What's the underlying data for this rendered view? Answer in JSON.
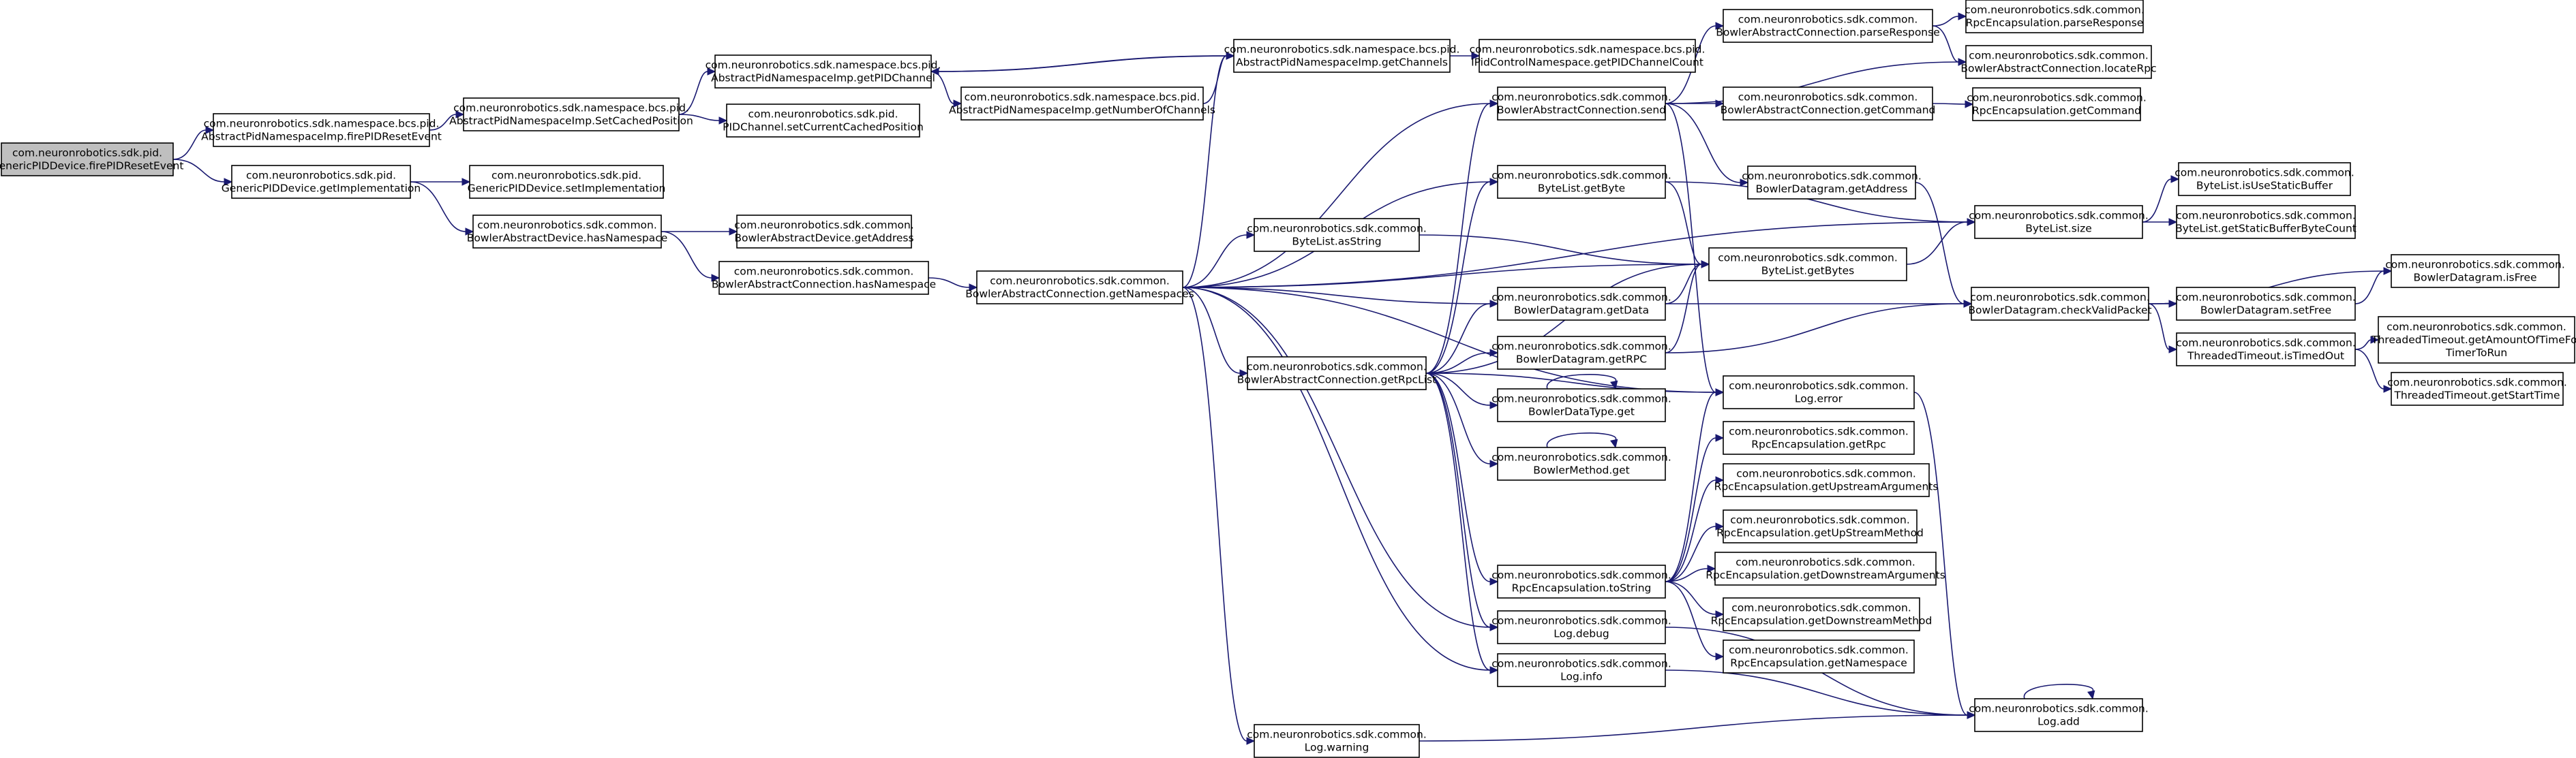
{
  "graph": {
    "title": "",
    "colors": {
      "edge": "#191970",
      "node_border": "#000000",
      "root_fill": "#bfbfbf",
      "node_fill": "#ffffff"
    },
    "nodes": [
      {
        "id": "n0",
        "lines": [
          "com.neuronrobotics.sdk.pid.",
          "GenericPIDDevice.firePIDResetEvent"
        ],
        "root": true
      },
      {
        "id": "n1",
        "lines": [
          "com.neuronrobotics.sdk.namespace.bcs.pid.",
          "AbstractPidNamespaceImp.firePIDResetEvent"
        ]
      },
      {
        "id": "n2",
        "lines": [
          "com.neuronrobotics.sdk.namespace.bcs.pid.",
          "AbstractPidNamespaceImp.SetCachedPosition"
        ]
      },
      {
        "id": "n3",
        "lines": [
          "com.neuronrobotics.sdk.namespace.bcs.pid.",
          "AbstractPidNamespaceImp.getPIDChannel"
        ]
      },
      {
        "id": "n4",
        "lines": [
          "com.neuronrobotics.sdk.namespace.bcs.pid.",
          "AbstractPidNamespaceImp.getChannels"
        ]
      },
      {
        "id": "n5",
        "lines": [
          "com.neuronrobotics.sdk.namespace.bcs.pid.",
          "IPidControlNamespace.getPIDChannelCount"
        ]
      },
      {
        "id": "n6",
        "lines": [
          "com.neuronrobotics.sdk.namespace.bcs.pid.",
          "AbstractPidNamespaceImp.getNumberOfChannels"
        ]
      },
      {
        "id": "n7",
        "lines": [
          "com.neuronrobotics.sdk.pid.",
          "PIDChannel.setCurrentCachedPosition"
        ]
      },
      {
        "id": "n8",
        "lines": [
          "com.neuronrobotics.sdk.pid.",
          "GenericPIDDevice.getImplementation"
        ]
      },
      {
        "id": "n9",
        "lines": [
          "com.neuronrobotics.sdk.pid.",
          "GenericPIDDevice.setImplementation"
        ]
      },
      {
        "id": "n10",
        "lines": [
          "com.neuronrobotics.sdk.common.",
          "BowlerAbstractDevice.hasNamespace"
        ]
      },
      {
        "id": "n11",
        "lines": [
          "com.neuronrobotics.sdk.common.",
          "BowlerAbstractDevice.getAddress"
        ]
      },
      {
        "id": "n12",
        "lines": [
          "com.neuronrobotics.sdk.common.",
          "BowlerAbstractConnection.hasNamespace"
        ]
      },
      {
        "id": "n13",
        "lines": [
          "com.neuronrobotics.sdk.common.",
          "BowlerAbstractConnection.getNamespaces"
        ]
      },
      {
        "id": "n14",
        "lines": [
          "com.neuronrobotics.sdk.common.",
          "ByteList.asString"
        ]
      },
      {
        "id": "n15",
        "lines": [
          "com.neuronrobotics.sdk.common.",
          "BowlerAbstractConnection.getRpcList"
        ]
      },
      {
        "id": "n16",
        "lines": [
          "com.neuronrobotics.sdk.common.",
          "Log.warning"
        ]
      },
      {
        "id": "n17",
        "lines": [
          "com.neuronrobotics.sdk.common.",
          "BowlerAbstractConnection.send"
        ]
      },
      {
        "id": "n18",
        "lines": [
          "com.neuronrobotics.sdk.common.",
          "ByteList.getByte"
        ]
      },
      {
        "id": "n19",
        "lines": [
          "com.neuronrobotics.sdk.common.",
          "BowlerDatagram.getData"
        ]
      },
      {
        "id": "n20",
        "lines": [
          "com.neuronrobotics.sdk.common.",
          "BowlerDatagram.getRPC"
        ]
      },
      {
        "id": "n21",
        "lines": [
          "com.neuronrobotics.sdk.common.",
          "BowlerDataType.get"
        ]
      },
      {
        "id": "n22",
        "lines": [
          "com.neuronrobotics.sdk.common.",
          "BowlerMethod.get"
        ]
      },
      {
        "id": "n23",
        "lines": [
          "com.neuronrobotics.sdk.common.",
          "RpcEncapsulation.toString"
        ]
      },
      {
        "id": "n24",
        "lines": [
          "com.neuronrobotics.sdk.common.",
          "Log.debug"
        ]
      },
      {
        "id": "n25",
        "lines": [
          "com.neuronrobotics.sdk.common.",
          "Log.info"
        ]
      },
      {
        "id": "n26",
        "lines": [
          "com.neuronrobotics.sdk.common.",
          "BowlerAbstractConnection.parseResponse"
        ]
      },
      {
        "id": "n27",
        "lines": [
          "com.neuronrobotics.sdk.common.",
          "BowlerAbstractConnection.getCommand"
        ]
      },
      {
        "id": "n28",
        "lines": [
          "com.neuronrobotics.sdk.common.",
          "BowlerDatagram.getAddress"
        ]
      },
      {
        "id": "n29",
        "lines": [
          "com.neuronrobotics.sdk.common.",
          "ByteList.getBytes"
        ]
      },
      {
        "id": "n30",
        "lines": [
          "com.neuronrobotics.sdk.common.",
          "Log.error"
        ]
      },
      {
        "id": "n31",
        "lines": [
          "com.neuronrobotics.sdk.common.",
          "RpcEncapsulation.getRpc"
        ]
      },
      {
        "id": "n32",
        "lines": [
          "com.neuronrobotics.sdk.common.",
          "RpcEncapsulation.getUpstreamArguments"
        ]
      },
      {
        "id": "n33",
        "lines": [
          "com.neuronrobotics.sdk.common.",
          "RpcEncapsulation.getUpStreamMethod"
        ]
      },
      {
        "id": "n34",
        "lines": [
          "com.neuronrobotics.sdk.common.",
          "RpcEncapsulation.getDownstreamArguments"
        ]
      },
      {
        "id": "n35",
        "lines": [
          "com.neuronrobotics.sdk.common.",
          "RpcEncapsulation.getDownstreamMethod"
        ]
      },
      {
        "id": "n36",
        "lines": [
          "com.neuronrobotics.sdk.common.",
          "RpcEncapsulation.getNamespace"
        ]
      },
      {
        "id": "n37",
        "lines": [
          "com.neuronrobotics.sdk.common.",
          "RpcEncapsulation.parseResponse"
        ]
      },
      {
        "id": "n38",
        "lines": [
          "com.neuronrobotics.sdk.common.",
          "BowlerAbstractConnection.locateRpc"
        ]
      },
      {
        "id": "n39",
        "lines": [
          "com.neuronrobotics.sdk.common.",
          "RpcEncapsulation.getCommand"
        ]
      },
      {
        "id": "n40",
        "lines": [
          "com.neuronrobotics.sdk.common.",
          "ByteList.size"
        ]
      },
      {
        "id": "n41",
        "lines": [
          "com.neuronrobotics.sdk.common.",
          "BowlerDatagram.checkValidPacket"
        ]
      },
      {
        "id": "n42",
        "lines": [
          "com.neuronrobotics.sdk.common.",
          "Log.add"
        ]
      },
      {
        "id": "n43",
        "lines": [
          "com.neuronrobotics.sdk.common.",
          "ByteList.isUseStaticBuffer"
        ]
      },
      {
        "id": "n44",
        "lines": [
          "com.neuronrobotics.sdk.common.",
          "ByteList.getStaticBufferByteCount"
        ]
      },
      {
        "id": "n45",
        "lines": [
          "com.neuronrobotics.sdk.common.",
          "BowlerDatagram.setFree"
        ]
      },
      {
        "id": "n46",
        "lines": [
          "com.neuronrobotics.sdk.common.",
          "ThreadedTimeout.isTimedOut"
        ]
      },
      {
        "id": "n47",
        "lines": [
          "com.neuronrobotics.sdk.common.",
          "BowlerDatagram.isFree"
        ]
      },
      {
        "id": "n48",
        "lines": [
          "com.neuronrobotics.sdk.common.",
          "ThreadedTimeout.getAmountOfTimeFor",
          "TimerToRun"
        ]
      },
      {
        "id": "n49",
        "lines": [
          "com.neuronrobotics.sdk.common.",
          "ThreadedTimeout.getStartTime"
        ]
      }
    ],
    "edges": [
      [
        "n0",
        "n1"
      ],
      [
        "n0",
        "n8"
      ],
      [
        "n1",
        "n2"
      ],
      [
        "n2",
        "n3"
      ],
      [
        "n2",
        "n7"
      ],
      [
        "n3",
        "n4"
      ],
      [
        "n3",
        "n6"
      ],
      [
        "n4",
        "n3"
      ],
      [
        "n4",
        "n5"
      ],
      [
        "n6",
        "n4"
      ],
      [
        "n8",
        "n9"
      ],
      [
        "n8",
        "n10"
      ],
      [
        "n10",
        "n11"
      ],
      [
        "n10",
        "n12"
      ],
      [
        "n12",
        "n13"
      ],
      [
        "n13",
        "n4"
      ],
      [
        "n13",
        "n14"
      ],
      [
        "n13",
        "n15"
      ],
      [
        "n13",
        "n16"
      ],
      [
        "n13",
        "n17"
      ],
      [
        "n13",
        "n18"
      ],
      [
        "n13",
        "n19"
      ],
      [
        "n13",
        "n24"
      ],
      [
        "n13",
        "n25"
      ],
      [
        "n13",
        "n29"
      ],
      [
        "n13",
        "n30"
      ],
      [
        "n13",
        "n40"
      ],
      [
        "n14",
        "n29"
      ],
      [
        "n15",
        "n17"
      ],
      [
        "n15",
        "n18"
      ],
      [
        "n15",
        "n19"
      ],
      [
        "n15",
        "n20"
      ],
      [
        "n15",
        "n21"
      ],
      [
        "n15",
        "n22"
      ],
      [
        "n15",
        "n23"
      ],
      [
        "n15",
        "n24"
      ],
      [
        "n15",
        "n25"
      ],
      [
        "n15",
        "n29"
      ],
      [
        "n15",
        "n30"
      ],
      [
        "n16",
        "n42"
      ],
      [
        "n17",
        "n26"
      ],
      [
        "n17",
        "n27"
      ],
      [
        "n17",
        "n28"
      ],
      [
        "n17",
        "n30"
      ],
      [
        "n17",
        "n38"
      ],
      [
        "n18",
        "n29"
      ],
      [
        "n18",
        "n40"
      ],
      [
        "n19",
        "n29"
      ],
      [
        "n19",
        "n41"
      ],
      [
        "n20",
        "n29"
      ],
      [
        "n20",
        "n41"
      ],
      [
        "n21",
        "n21"
      ],
      [
        "n22",
        "n22"
      ],
      [
        "n23",
        "n30"
      ],
      [
        "n23",
        "n31"
      ],
      [
        "n23",
        "n32"
      ],
      [
        "n23",
        "n33"
      ],
      [
        "n23",
        "n34"
      ],
      [
        "n23",
        "n35"
      ],
      [
        "n23",
        "n36"
      ],
      [
        "n24",
        "n42"
      ],
      [
        "n25",
        "n42"
      ],
      [
        "n26",
        "n37"
      ],
      [
        "n26",
        "n38"
      ],
      [
        "n27",
        "n39"
      ],
      [
        "n28",
        "n41"
      ],
      [
        "n29",
        "n40"
      ],
      [
        "n30",
        "n42"
      ],
      [
        "n40",
        "n43"
      ],
      [
        "n40",
        "n44"
      ],
      [
        "n41",
        "n45"
      ],
      [
        "n41",
        "n46"
      ],
      [
        "n41",
        "n47"
      ],
      [
        "n42",
        "n42"
      ],
      [
        "n45",
        "n47"
      ],
      [
        "n46",
        "n48"
      ],
      [
        "n46",
        "n49"
      ]
    ]
  }
}
